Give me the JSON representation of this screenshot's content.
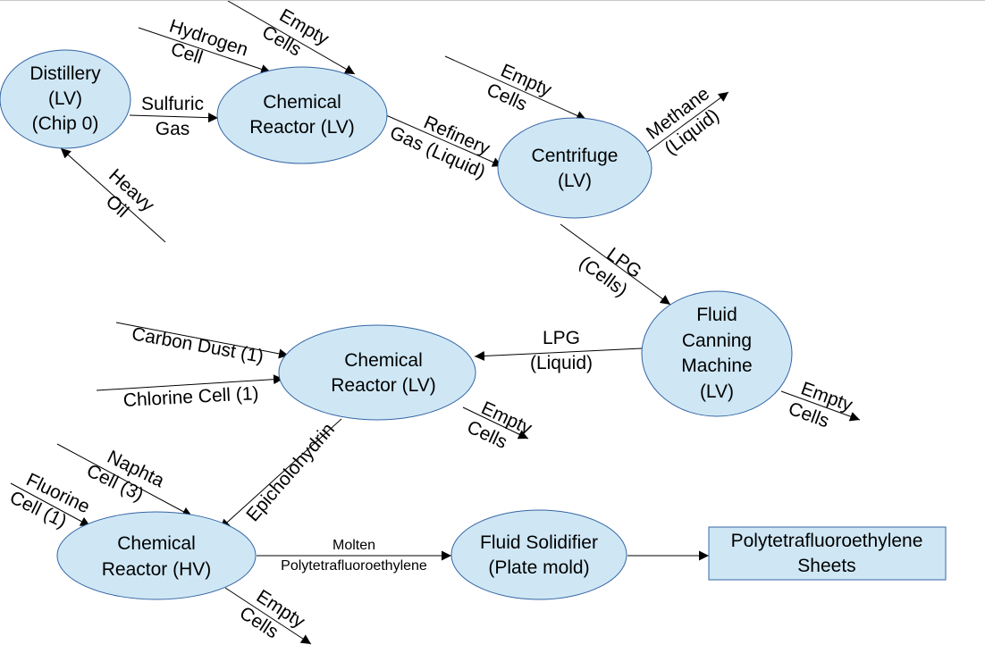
{
  "nodes": {
    "distillery": [
      "Distillery",
      "(LV)",
      "(Chip 0)"
    ],
    "chem_reactor_1": [
      "Chemical",
      "Reactor (LV)"
    ],
    "centrifuge": [
      "Centrifuge",
      "(LV)"
    ],
    "canning": [
      "Fluid",
      "Canning",
      "Machine",
      "(LV)"
    ],
    "chem_reactor_2": [
      "Chemical",
      "Reactor (LV)"
    ],
    "chem_reactor_hv": [
      "Chemical",
      "Reactor (HV)"
    ],
    "solidifier": [
      "Fluid Solidifier",
      "(Plate mold)"
    ],
    "output": [
      "Polytetrafluoroethylene",
      "Sheets"
    ]
  },
  "edges": {
    "heavy_oil": [
      "Heavy",
      "Oil"
    ],
    "sulfuric_gas": [
      "Sulfuric",
      "Gas"
    ],
    "hydrogen_cell": [
      "Hydrogen",
      "Cell"
    ],
    "empty_cells_top": [
      "Empty",
      "Cells"
    ],
    "refinery_gas": [
      "Refinery",
      "Gas (Liquid)"
    ],
    "empty_cells_centrifuge": [
      "Empty",
      "Cells"
    ],
    "methane": [
      "Methane",
      "(Liquid)"
    ],
    "lpg_cells": [
      "LPG",
      "(Cells)"
    ],
    "lpg_liquid": [
      "LPG",
      "(Liquid)"
    ],
    "empty_cells_canning": [
      "Empty",
      "Cells"
    ],
    "carbon_dust": "Carbon Dust (1)",
    "chlorine_cell": "Chlorine Cell (1)",
    "empty_cells_reactor2": [
      "Empty",
      "Cells"
    ],
    "epichlorohydrin": "Epicholohydrin",
    "naphta": [
      "Naphta",
      "Cell (3)"
    ],
    "fluorine": [
      "Fluorine",
      "Cell (1)"
    ],
    "molten_ptfe": [
      "Molten",
      "Polytetrafluoroethylene"
    ],
    "empty_cells_hv": [
      "Empty",
      "Cells"
    ]
  },
  "colors": {
    "node_fill": "#cfe7f5",
    "node_stroke": "#3465a4",
    "line": "#000000"
  }
}
